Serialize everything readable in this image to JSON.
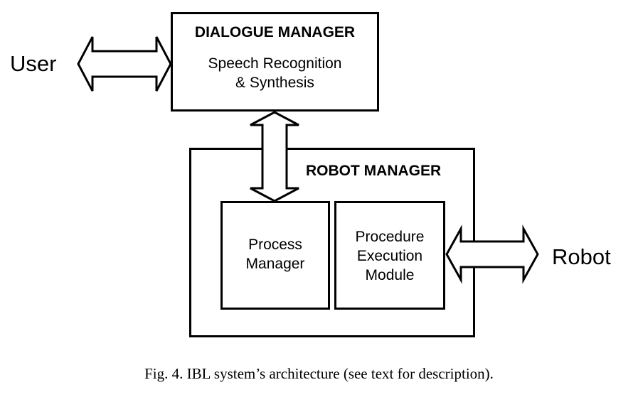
{
  "diagram": {
    "dialogue_manager": {
      "title": "DIALOGUE MANAGER",
      "line1": "Speech Recognition",
      "line2": "& Synthesis"
    },
    "robot_manager": {
      "title": "ROBOT MANAGER",
      "process_manager": {
        "line1": "Process",
        "line2": "Manager"
      },
      "procedure_execution": {
        "line1": "Procedure",
        "line2": "Execution",
        "line3": "Module"
      }
    },
    "user_label": "User",
    "robot_label": "Robot"
  },
  "caption": "Fig. 4.  IBL system’s architecture (see text for description)."
}
